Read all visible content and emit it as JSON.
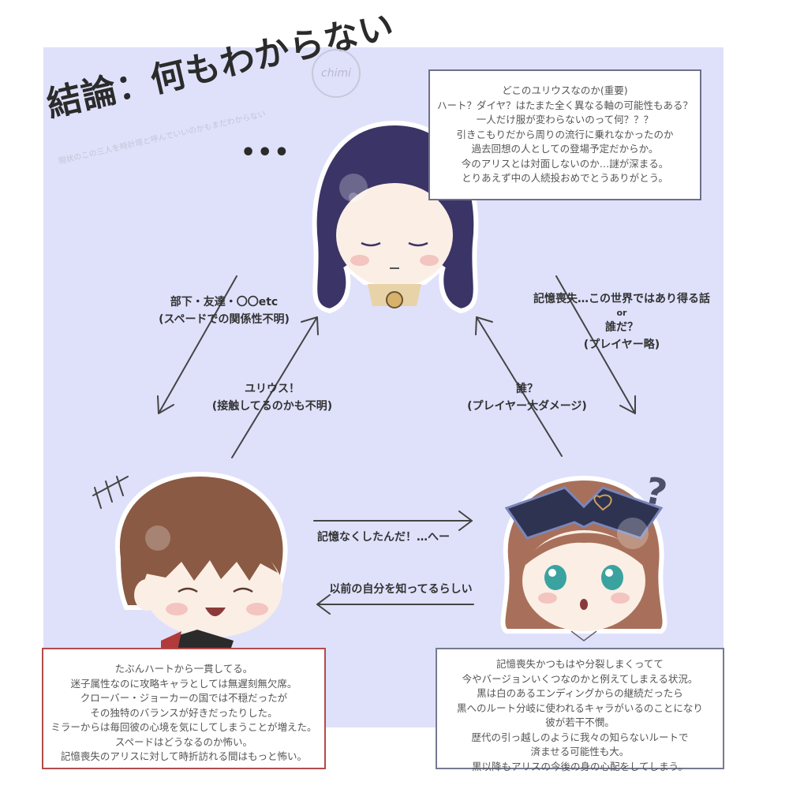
{
  "title": "結論：何もわからない",
  "title_sub": "現状のこの三人を時計塔と呼んでいいのかもまだわからない",
  "signature": "chimi",
  "ellipsis": "•••",
  "question_mark": "?",
  "top_box": [
    "どこのユリウスなのか(重要)",
    "ハート？ダイヤ？はたまた全く異なる軸の可能性もある？",
    "一人だけ服が変わらないのって何？？？",
    "引きこもりだから周りの流行に乗れなかったのか",
    "過去回想の人としての登場予定だからか。",
    "今のアリスとは対面しないのか…謎が深まる。",
    "とりあえず中の人続投おめでとうありがとう。"
  ],
  "left_box": [
    "たぶんハートから一貫してる。",
    "迷子属性なのに攻略キャラとしては無遅刻無欠席。",
    "クローバー・ジョーカーの国では不穏だったが",
    "その独特のバランスが好きだったりした。",
    "ミラーからは毎回彼の心境を気にしてしまうことが増えた。",
    "スペードはどうなるのか怖い。",
    "記憶喪失のアリスに対して時折訪れる間はもっと怖い。"
  ],
  "right_box": [
    "記憶喪失かつもはや分裂しまくってて",
    "今やバージョンいくつなのかと例えてしまえる状況。",
    "黒は白のあるエンディングからの継続だったら",
    "黒へのルート分岐に使われるキャラがいるのことになり",
    "彼が若干不憫。",
    "歴代の引っ越しのように我々の知らないルートで",
    "済ませる可能性も大。",
    "黒以降もアリスの今後の身の心配をしてしまう。"
  ],
  "notes": {
    "top_left_outer": [
      "部下・友達・〇〇etc",
      "(スペードでの関係性不明)"
    ],
    "top_left_inner": [
      "ユリウス！",
      "(接触してるのかも不明)"
    ],
    "top_right_outer": [
      "記憶喪失…この世界ではあり得る話",
      "or",
      "誰だ？",
      "(プレイヤー略)"
    ],
    "top_right_inner": [
      "誰？",
      "(プレイヤー大ダメージ)"
    ],
    "bottom_right": "記憶なくしたんだ！…へー",
    "bottom_left": "以前の自分を知ってるらしい"
  },
  "colors": {
    "panel": "#dfe1fb",
    "julius_hair": "#3b3466",
    "ace_hair": "#8a5a44",
    "alice_hair": "#a8705a",
    "alice_ribbon": "#2f3352",
    "left_box_border": "#b24b4b",
    "top_box_border": "#6d6f8e"
  }
}
